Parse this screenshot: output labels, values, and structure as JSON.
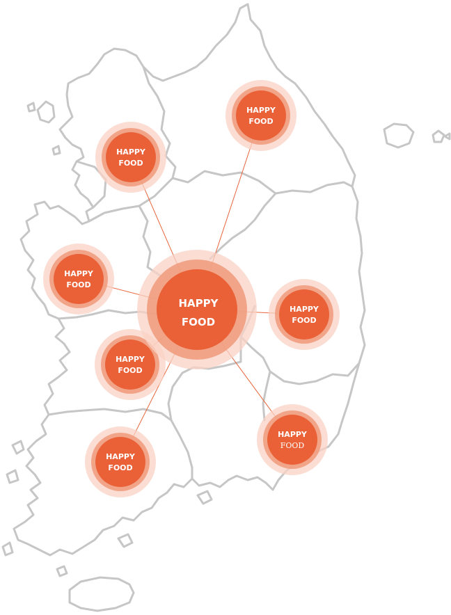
{
  "map": {
    "accent_color": "#ea6138",
    "hubs": [
      {
        "id": "central",
        "line1": "HAPPY",
        "line2": "FOOD"
      }
    ],
    "nodes": [
      {
        "id": "northwest",
        "line1": "HAPPY",
        "line2": "FOOD"
      },
      {
        "id": "northeast",
        "line1": "HAPPY",
        "line2": "FOOD"
      },
      {
        "id": "west",
        "line1": "HAPPY",
        "line2": "FOOD"
      },
      {
        "id": "east",
        "line1": "HAPPY",
        "line2": "FOOD"
      },
      {
        "id": "southwest-upper",
        "line1": "HAPPY",
        "line2": "FOOD"
      },
      {
        "id": "southwest-lower",
        "line1": "HAPPY",
        "line2": "FOOD"
      },
      {
        "id": "southeast",
        "line1": "HAPPY",
        "line2": "FOOD"
      }
    ]
  }
}
